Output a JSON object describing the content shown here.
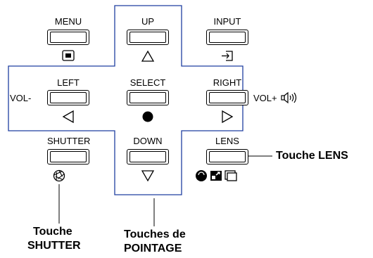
{
  "buttons": {
    "menu": "MENU",
    "up": "UP",
    "input": "INPUT",
    "left": "LEFT",
    "select": "SELECT",
    "right": "RIGHT",
    "shutter": "SHUTTER",
    "down": "DOWN",
    "lens": "LENS"
  },
  "side_labels": {
    "vol_minus": "VOL-",
    "vol_plus": "VOL+"
  },
  "callouts": {
    "lens": "Touche LENS",
    "shutter_line1": "Touche",
    "shutter_line2": "SHUTTER",
    "pointing_line1": "Touches de",
    "pointing_line2": "POINTAGE"
  },
  "icons": {
    "menu": "square-in-box-icon",
    "up": "up-triangle-icon",
    "input": "input-arrow-icon",
    "left": "left-triangle-icon",
    "select": "filled-circle-icon",
    "right": "right-triangle-icon",
    "down": "down-triangle-icon",
    "shutter": "shutter-aperture-icon",
    "speaker": "speaker-icon",
    "lens_focus": "focus-icon",
    "lens_zoom": "zoom-icon",
    "lens_shift": "lens-shift-icon"
  },
  "colors": {
    "cross_outline": "#1f3fa0",
    "ink": "#000000"
  }
}
